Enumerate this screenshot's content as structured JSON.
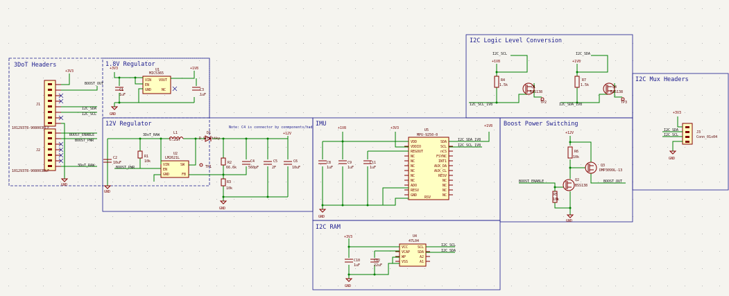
{
  "sheets": {
    "headers": {
      "title": "3DoT Headers",
      "j1_ref": "J1",
      "j2_ref": "J2",
      "j1_part": "10129378-908003BLF",
      "j2_part": "10129378-908003BLF",
      "net_3v3": "+3V3",
      "net_boost_out": "BOOST_OUT",
      "net_sda": "I2C_SDA",
      "net_scl": "I2C_SCL",
      "net_boost_enable": "BOOST_ENABLE",
      "net_boost_pwr": "BOOST_PWR",
      "net_3dot_raw": "3DoT_RAW",
      "gnd": "GND"
    },
    "reg18": {
      "title": "1.8V Regulator",
      "u_ref": "U1",
      "u_part": "MIC5365",
      "pin_vin": "VIN",
      "pin_en": "EN",
      "pin_gnd": "GND",
      "pin_vout": "VOUT",
      "pin_nc": "NC",
      "c1_ref": "C1",
      "c1_val": "1uF",
      "c3_ref": "C3",
      "c3_val": "1uF",
      "net_3v3": "+3V3",
      "net_1v8": "+1V8",
      "gnd": "GND"
    },
    "reg12": {
      "title": "12V Regulator",
      "note": "Note: C4 is connector by conmponents/had",
      "net_3dot_raw": "3DoT_RAW",
      "net_boost_pwr": "BOOST_PWR",
      "net_12v": "+12V",
      "l1_ref": "L1",
      "l1_val": "6.2uH",
      "d1_ref": "D1",
      "d1_val": "D_Schottky",
      "u2_ref": "U2",
      "u2_part": "LM2621L",
      "pin_vin": "VIN",
      "pin_en": "EN",
      "pin_gnd": "GND",
      "pin_sw": "SW",
      "pin_fb": "FB",
      "tp1": "TP1",
      "c2_ref": "C2",
      "c2_val": "10uF",
      "r1_ref": "R1",
      "r1_val": "10k",
      "r2_ref": "R2",
      "r2_val": "66.6k",
      "r3_ref": "R3",
      "r3_val": "10k",
      "c4_ref": "C4",
      "c4_val": "560pF",
      "c5_ref": "C5",
      "c5_val": "2F",
      "c6_ref": "C6",
      "c6_val": "10uF",
      "gnd": "GND"
    },
    "imu": {
      "title": "IMU",
      "u_ref": "U5",
      "u_part": "MPU-9250-0",
      "net_1v8": "+1V8",
      "net_3v3": "+3V3",
      "net_sda": "I2C_SDA_1V8",
      "net_scl": "I2C_SCL_1V8",
      "c8_ref": "C8",
      "c8_val": "1uF",
      "c9_ref": "C9",
      "c9_val": "1uF",
      "c11_ref": "C11",
      "c11_val": "1uF",
      "left_pins": [
        "VDD",
        "VDDIO",
        "REGOUT",
        "NC",
        "NC",
        "NC",
        "NC",
        "NC",
        "NC",
        "ADO",
        "RESV",
        "GND"
      ],
      "right_pins": [
        "SDA",
        "SCL",
        "nCS",
        "FSYNC",
        "INT1",
        "AUX_DA",
        "AUX_CL",
        "RESV",
        "NC",
        "NC",
        "NC",
        "NC"
      ],
      "bottom_pin": "RSV",
      "gnd": "GND"
    },
    "ram": {
      "title": "I2C RAM",
      "u_ref": "U4",
      "u_part": "47L04",
      "net_3v3": "+3V3",
      "c10_ref": "C10",
      "c10_val": "1uF",
      "c12_ref": "C12",
      "c12_val": "22uF",
      "left_pins": [
        "VCC",
        "VCAP",
        "WP",
        "VSS"
      ],
      "right_pins": [
        "SCL",
        "SDA",
        "A2",
        "A1"
      ],
      "net_scl": "I2C_SCL",
      "net_sda": "I2C_SDA",
      "gnd": "GND"
    },
    "level": {
      "title": "I2C Logic Level Conversion",
      "net_scl": "I2C_SCL",
      "net_sda": "I2C_SDA",
      "net_1v8": "+1V8",
      "r4_ref": "R4",
      "r4_val": "1.5k",
      "r7_ref": "R7",
      "r7_val": "1.5k",
      "q1_ref": "Q1",
      "q1_part": "BSS138",
      "q4_ref": "Q4",
      "q4_part": "BSS138",
      "net_scl_1v8": "I2C_SCL_1V8",
      "net_sda_1v8": "I2C_SDA_1V8",
      "tp2": "TP2",
      "tp3": "TP3"
    },
    "boost": {
      "title": "Boost Power Switching",
      "net_12v": "+12V",
      "r6_ref": "R6",
      "r6_val": "10k",
      "r5_ref": "R5",
      "r5_val": "10k",
      "q3_ref": "Q3",
      "q3_part": "DMP3099L-13",
      "q2_ref": "Q2",
      "q2_part": "BSS138",
      "net_enable": "BOOST_ENABLE",
      "net_out": "BOOST_OUT",
      "gnd": "GND"
    },
    "mux": {
      "title": "I2C Mux Headers",
      "net_3v3": "+3V3",
      "net_sda": "I2C_SDA",
      "net_scl": "I2C_SCL",
      "j3_ref": "J3",
      "j3_part": "Conn_01x04",
      "gnd": "GND"
    }
  }
}
